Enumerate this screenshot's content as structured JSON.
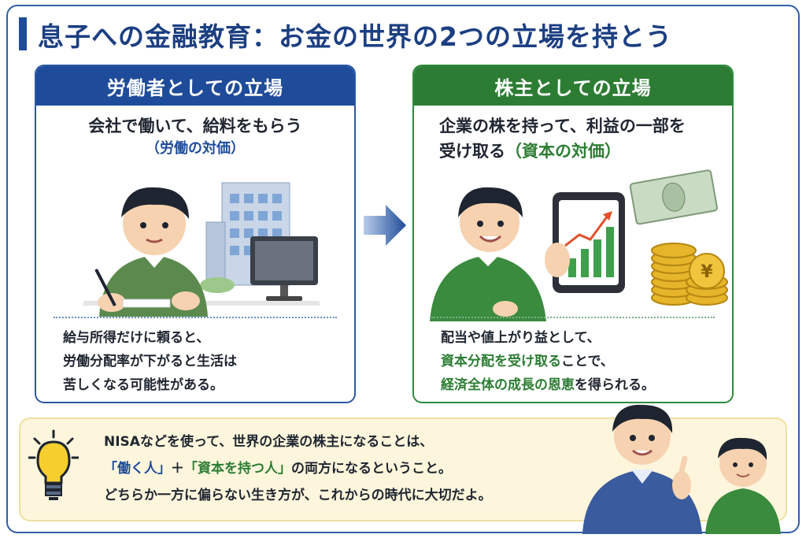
{
  "title": "息子への金融教育：お金の世界の2つの立場を持とう",
  "left_card": {
    "heading": "労働者としての立場",
    "lead": "会社で働いて、給料をもらう",
    "lead_sub": "（労働の対価）",
    "body": [
      "給与所得だけに頼ると、",
      "労働分配率が下がると生活は",
      "苦しくなる可能性がある。"
    ]
  },
  "right_card": {
    "heading": "株主としての立場",
    "lead_line1": "企業の株を持って、利益の一部を",
    "lead_line2_prefix": "受け取る",
    "lead_line2_sub": "（資本の対価）",
    "body_line1": "配当や値上がり益として、",
    "body_line2_highlight": "資本分配を受け取る",
    "body_line2_rest": "ことで、",
    "body_line3_highlight": "経済全体の成長の恩恵",
    "body_line3_rest": "を得られる。",
    "coin_symbol": "¥"
  },
  "banner": {
    "line1": "NISAなどを使って、世界の企業の株主になることは、",
    "line2_q1": "「働く人」",
    "line2_plus": "＋",
    "line2_q2": "「資本を持つ人」",
    "line2_rest": "の両方になるということ。",
    "line3": "どちらか一方に偏らない生き方が、これからの時代に大切だよ。"
  },
  "colors": {
    "blue": "#1f4c9a",
    "green": "#2c7d33",
    "banner_bg": "#fdf6dc"
  },
  "icons": [
    "lightbulb-icon",
    "arrow-right-icon",
    "upward-chart-icon",
    "banknote-icon",
    "coin-stack-icon"
  ]
}
